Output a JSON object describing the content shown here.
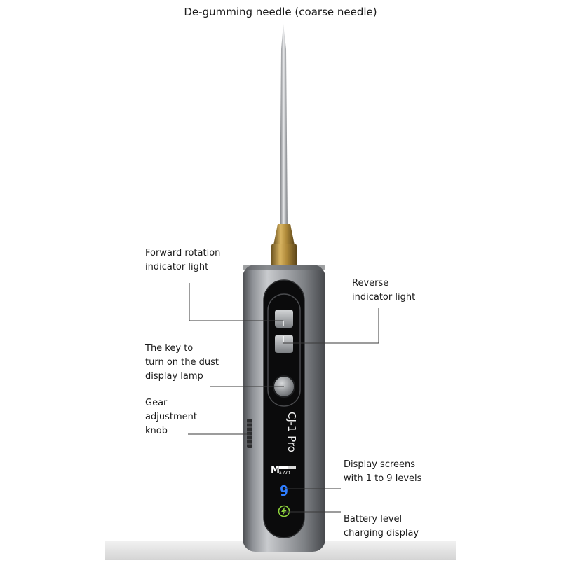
{
  "labels": {
    "needle": "De-gumming needle (coarse needle)",
    "forward": "Forward rotation\nindicator light",
    "reverse": "Reverse\nindicator light",
    "dust_key": "The key to\nturn on the dust\ndisplay lamp",
    "gear": "Gear\nadjustment\nknob",
    "display": "Display screens\nwith 1 to 9 levels",
    "battery": "Battery level\ncharging display"
  },
  "device": {
    "model": "CJ-1 Pro",
    "brand_line1": "M",
    "brand_line2": "a Ant",
    "level_digit": "9",
    "colors": {
      "level_digit": "#2f7dff",
      "battery_icon": "#8fd43c",
      "brass": "#b08a3a"
    },
    "icons": [
      "lightning-bolt-icon"
    ]
  }
}
